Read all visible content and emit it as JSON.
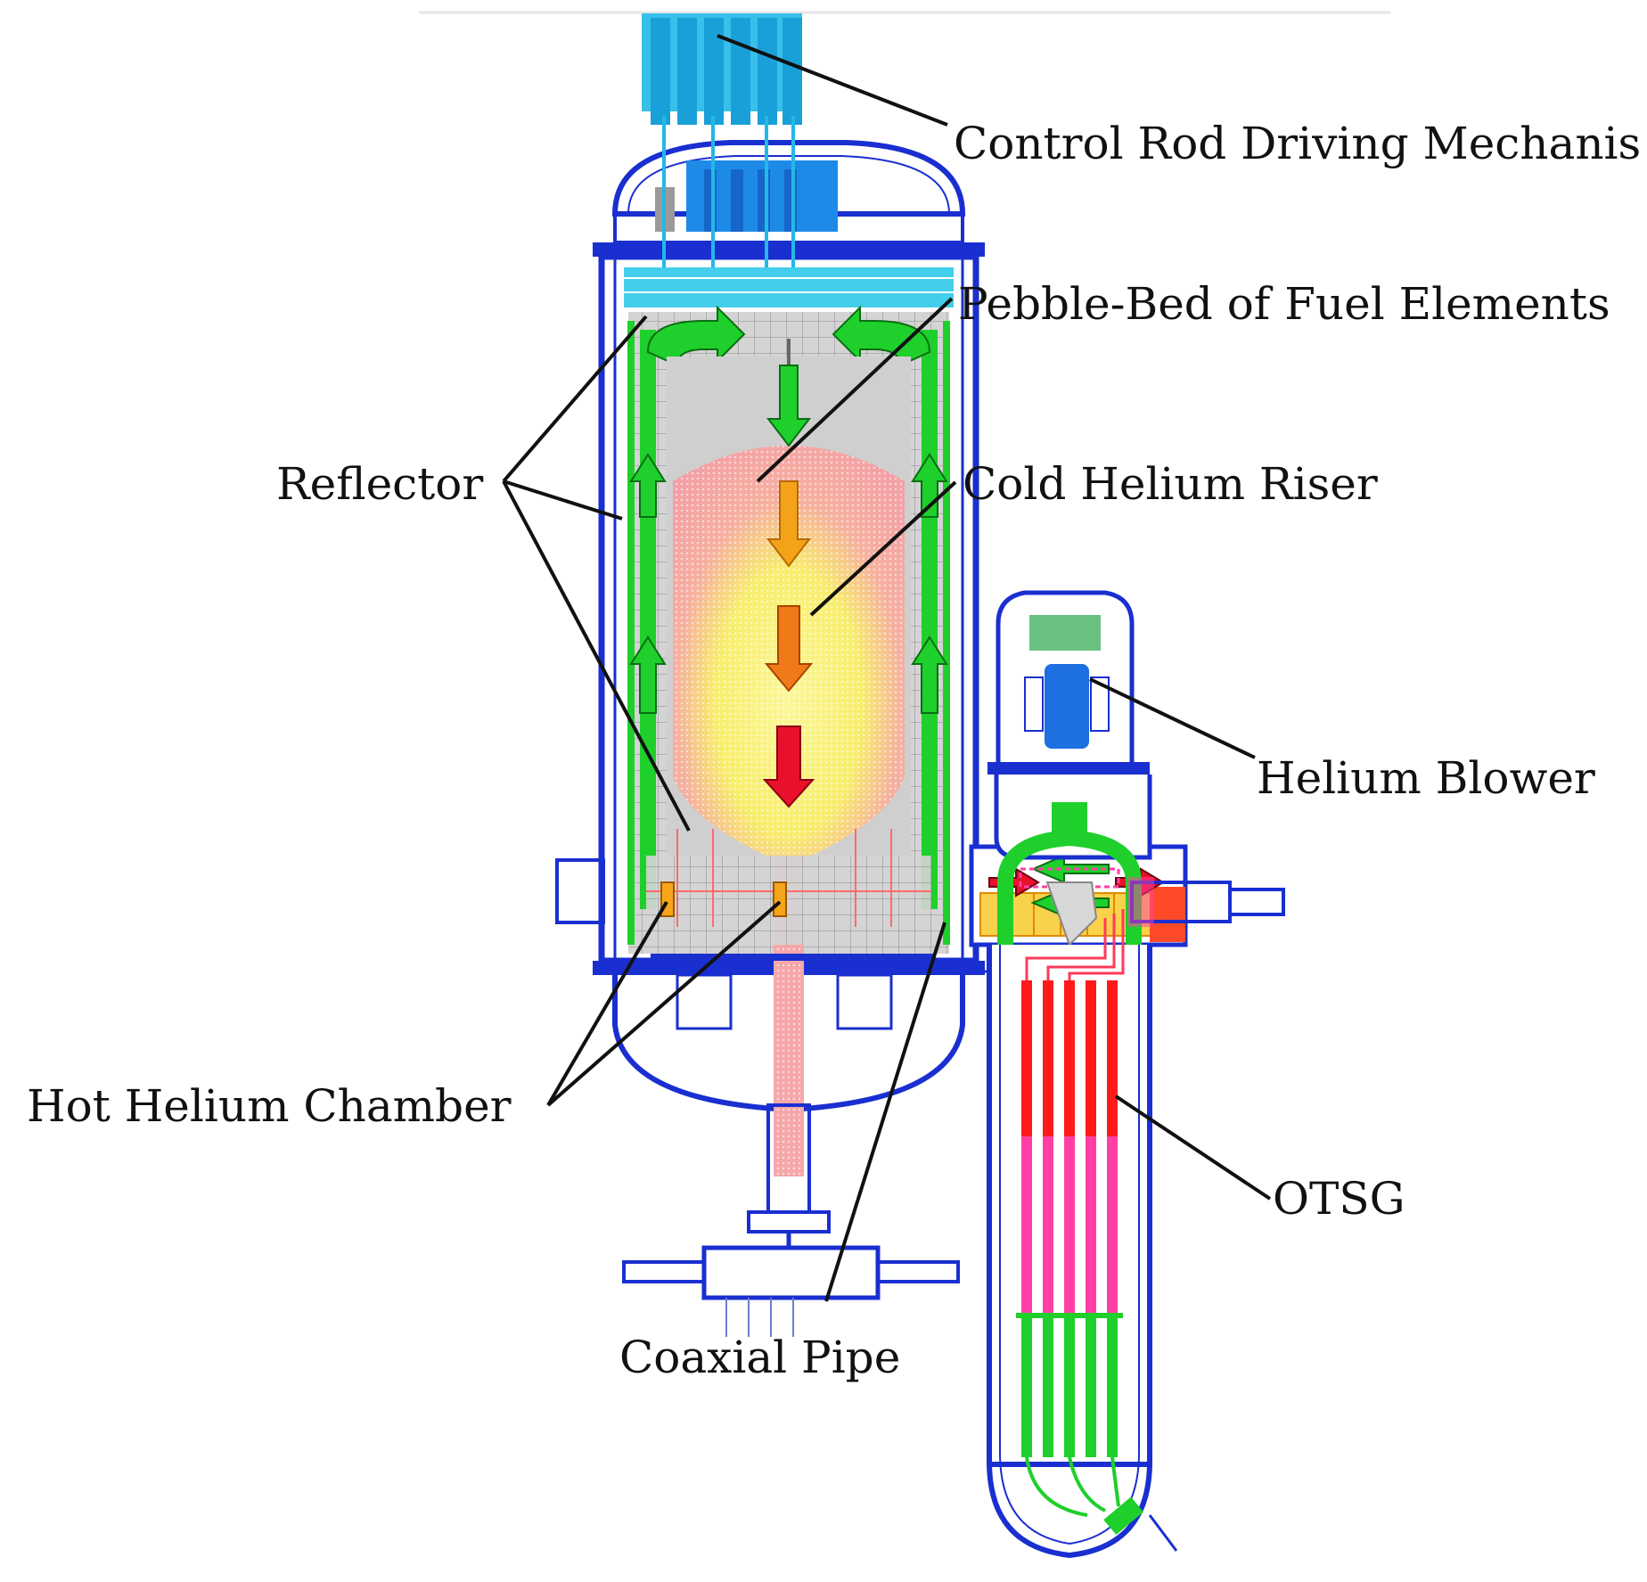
{
  "labels": {
    "crdm": "Control Rod Driving Mechanis",
    "pebble": "Pebble-Bed of Fuel Elements",
    "reflector": "Reflector",
    "riser": "Cold Helium Riser",
    "blower": "Helium Blower",
    "hot_chamber": "Hot Helium Chamber",
    "otsg": "OTSG",
    "coaxial": "Coaxial Pipe"
  },
  "colors": {
    "vessel_blue": "#1a2fd0",
    "mechanism_cyan": "#22b8e8",
    "cold_helium_green": "#1fcf2b",
    "core_pink": "#f4a3a8",
    "core_yellow": "#f6f27a",
    "hot_red": "#ff1a1a",
    "tube_magenta": "#ff3fa6",
    "graphite_grey": "#cfcfcf",
    "blower_blue": "#1e6fe0"
  }
}
